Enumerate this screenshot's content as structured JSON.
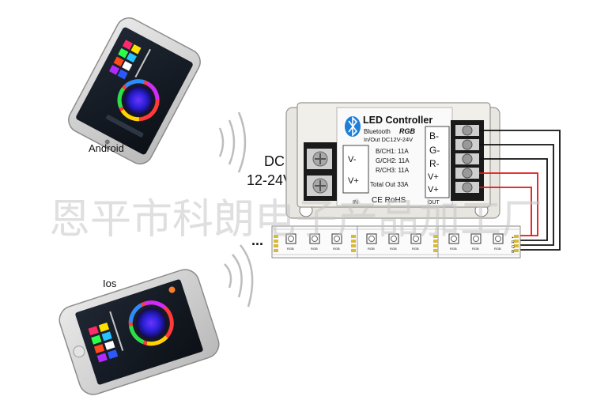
{
  "labels": {
    "android": "Android",
    "ios": "Ios",
    "dc": "DC",
    "voltage": "12-24V",
    "ellipsis": "...",
    "watermark": "恩平市科朗电子产品加工厂"
  },
  "controller": {
    "title": "LED Controller",
    "bluetooth": "Bluetooth",
    "rgb": "RGB",
    "inout": "In/Out  DC12V-24V",
    "ch1": "B/CH1: 11A",
    "ch2": "G/CH2: 11A",
    "ch3": "R/CH3: 11A",
    "total": "Total Out 33A",
    "vminus": "V-",
    "vplus": "V+",
    "in": "IN",
    "out": "OUT",
    "cert": "CE RoHS",
    "out_pins": [
      "B-",
      "G-",
      "R-",
      "V+",
      "V+"
    ]
  },
  "strip": {
    "led_label": "RGB",
    "pins": [
      "+",
      "R",
      "G",
      "B"
    ]
  },
  "colors": {
    "wire_black": "#111111",
    "wire_red": "#e01515",
    "pad_gold": "#d8b93a",
    "bluetooth_blue": "#1d7fd8"
  }
}
